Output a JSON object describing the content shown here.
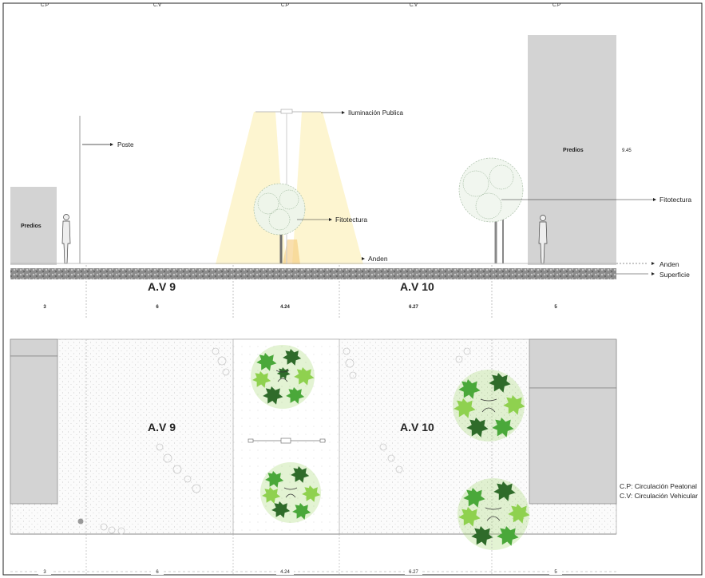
{
  "top_ticks": [
    "C.P",
    "C.V",
    "C.P",
    "C.V",
    "C.P"
  ],
  "section": {
    "callouts": {
      "poste": "Poste",
      "iluminacion": "Iluminación Publica",
      "fitotectura_center": "Fitotectura",
      "anden_center": "Anden",
      "fitotectura_right": "Fitotectura",
      "anden_right": "Anden",
      "superficie": "Superficie"
    },
    "predios_left": "Predios",
    "predios_right": "Predios",
    "height_value": "9.45",
    "road_left": "A.V 9",
    "road_right": "A.V 10",
    "dimensions": [
      "3",
      "6",
      "4.24",
      "6.27",
      "5"
    ]
  },
  "plan": {
    "road_left": "A.V 9",
    "road_right": "A.V 10",
    "dimensions": [
      "3",
      "6",
      "4.24",
      "6.27",
      "5"
    ]
  },
  "legend": {
    "cp": "C.P: Circulación Peatonal",
    "cv": "C.V: Circulación Vehicular"
  },
  "colors": {
    "building": "#d3d3d3",
    "light_cone": "#fdf3c8",
    "tree_dark": "#2f6b2a",
    "tree_mid": "#4aa83a",
    "tree_light": "#8fd14f",
    "ground": "#9a9a9a"
  }
}
